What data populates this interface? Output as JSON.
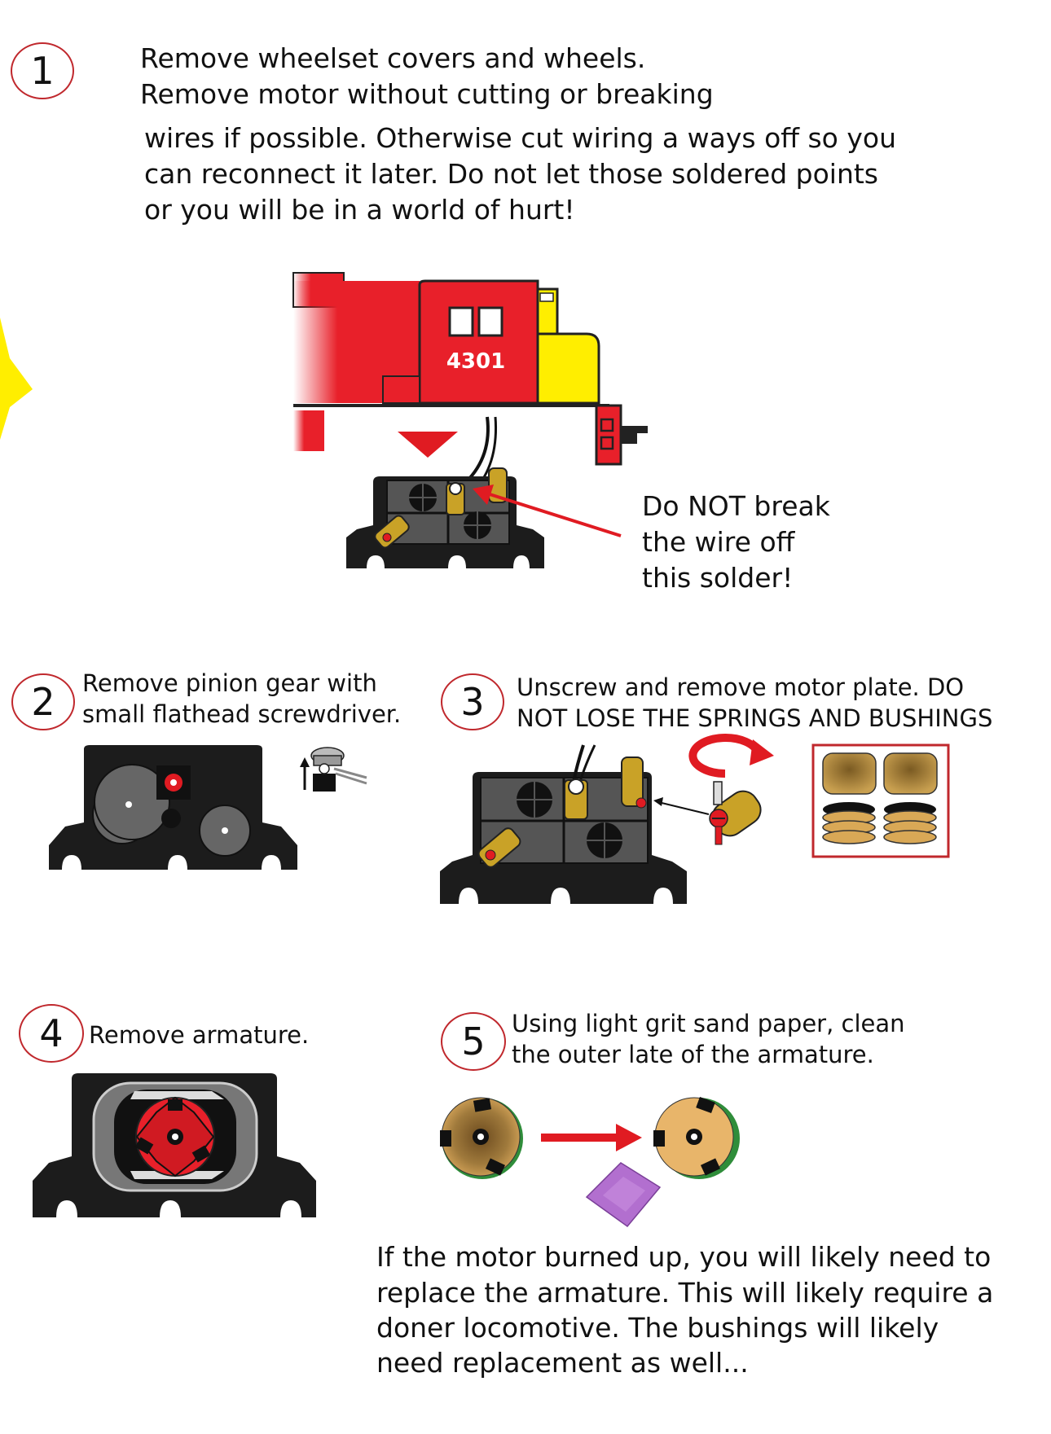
{
  "steps": [
    {
      "number": "1",
      "lines_a": [
        "Remove wheelset covers and wheels.",
        "Remove motor without cutting or breaking"
      ],
      "lines_b": [
        "wires if possible. Otherwise cut wiring a ways off  so you",
        "can reconnect it later. Do not let those soldered   points",
        "or you will be in a world of hurt!"
      ]
    },
    {
      "number": "2",
      "lines": [
        "Remove pinion gear with",
        " small flathead screwdriver."
      ]
    },
    {
      "number": "3",
      "lines": [
        "Unscrew and remove motor plate. DO",
        "NOT LOSE THE SPRINGS AND BUSHINGS"
      ]
    },
    {
      "number": "4",
      "lines": [
        "Remove armature."
      ]
    },
    {
      "number": "5",
      "lines": [
        "Using light grit sand paper, clean",
        "the outer late of the armature."
      ]
    }
  ],
  "locomotive": {
    "number": "4301"
  },
  "callout": [
    "Do NOT break",
    "the wire off",
    "this solder!"
  ],
  "footer": [
    "If the motor burned up, you will likely need to",
    "replace the armature. This will likely require a",
    "doner locomotive. The bushings will likely",
    "need replacement as well..."
  ],
  "colors": {
    "accent_red": "#e01b22",
    "loco_red": "#e8202a",
    "loco_yellow": "#ffee00",
    "brass": "#c9a227",
    "truck_black": "#1c1c1c",
    "plate_grey": "#555555",
    "sandpaper_purple": "#b26fcf"
  }
}
